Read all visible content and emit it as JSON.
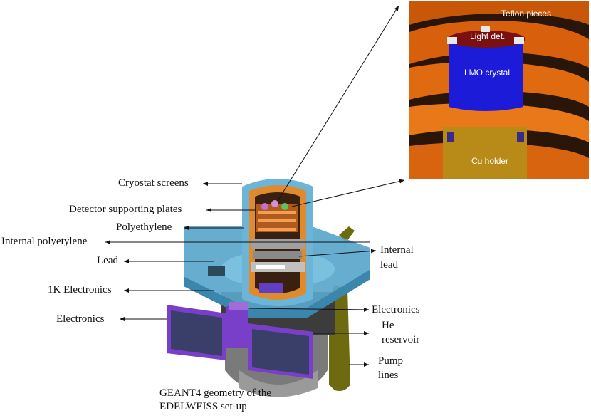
{
  "inset": {
    "teflon": "Teflon pieces",
    "light_det": "Light det.",
    "crystal": "LMO crystal",
    "holder": "Cu holder"
  },
  "labels": {
    "cryostat_screens": "Cryostat screens",
    "detector_plates": "Detector supporting plates",
    "polyethylene": "Polyethylene",
    "internal_poly": "Internal polyetylene",
    "lead": "Lead",
    "k1_electronics": "1K Electronics",
    "electronics_left": "Electronics",
    "internal_lead_1": "Internal",
    "internal_lead_2": "lead",
    "electronics_right": "Electronics",
    "he_1": "He",
    "he_2": "reservoir",
    "pump_1": "Pump",
    "pump_2": "lines"
  },
  "caption": {
    "line1": "GEANT4 geometry of the",
    "line2": "EDELWEISS set-up"
  },
  "colors": {
    "cryostat_blue": "#5aa6cc",
    "copper": "#d06a1e",
    "inset_orange": "#e06a10",
    "crystal_blue": "#1c1cd8",
    "light_det_red": "#7a1010",
    "holder_gold": "#b88a18",
    "electronics_purple": "#7a3fc8",
    "pump_olive": "#6e6a10"
  }
}
